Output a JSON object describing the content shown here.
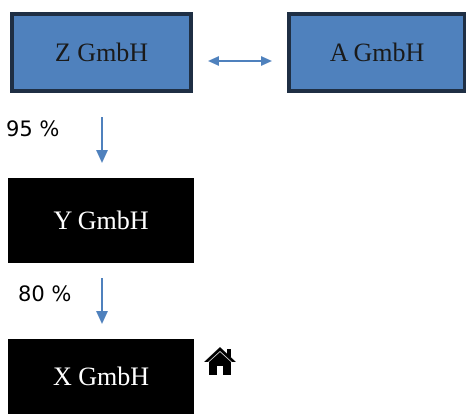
{
  "nodes": {
    "z": {
      "label": "Z GmbH"
    },
    "a": {
      "label": "A GmbH"
    },
    "y": {
      "label": "Y GmbH"
    },
    "x": {
      "label": "X GmbH"
    }
  },
  "edges": {
    "z_y": {
      "label": "95 %"
    },
    "y_x": {
      "label": "80 %"
    }
  },
  "icons": {
    "home": "home-icon"
  },
  "colors": {
    "blue_fill": "#4f81bd",
    "blue_border": "#1f2f44",
    "arrow": "#4f81bd",
    "black_fill": "#000000"
  }
}
